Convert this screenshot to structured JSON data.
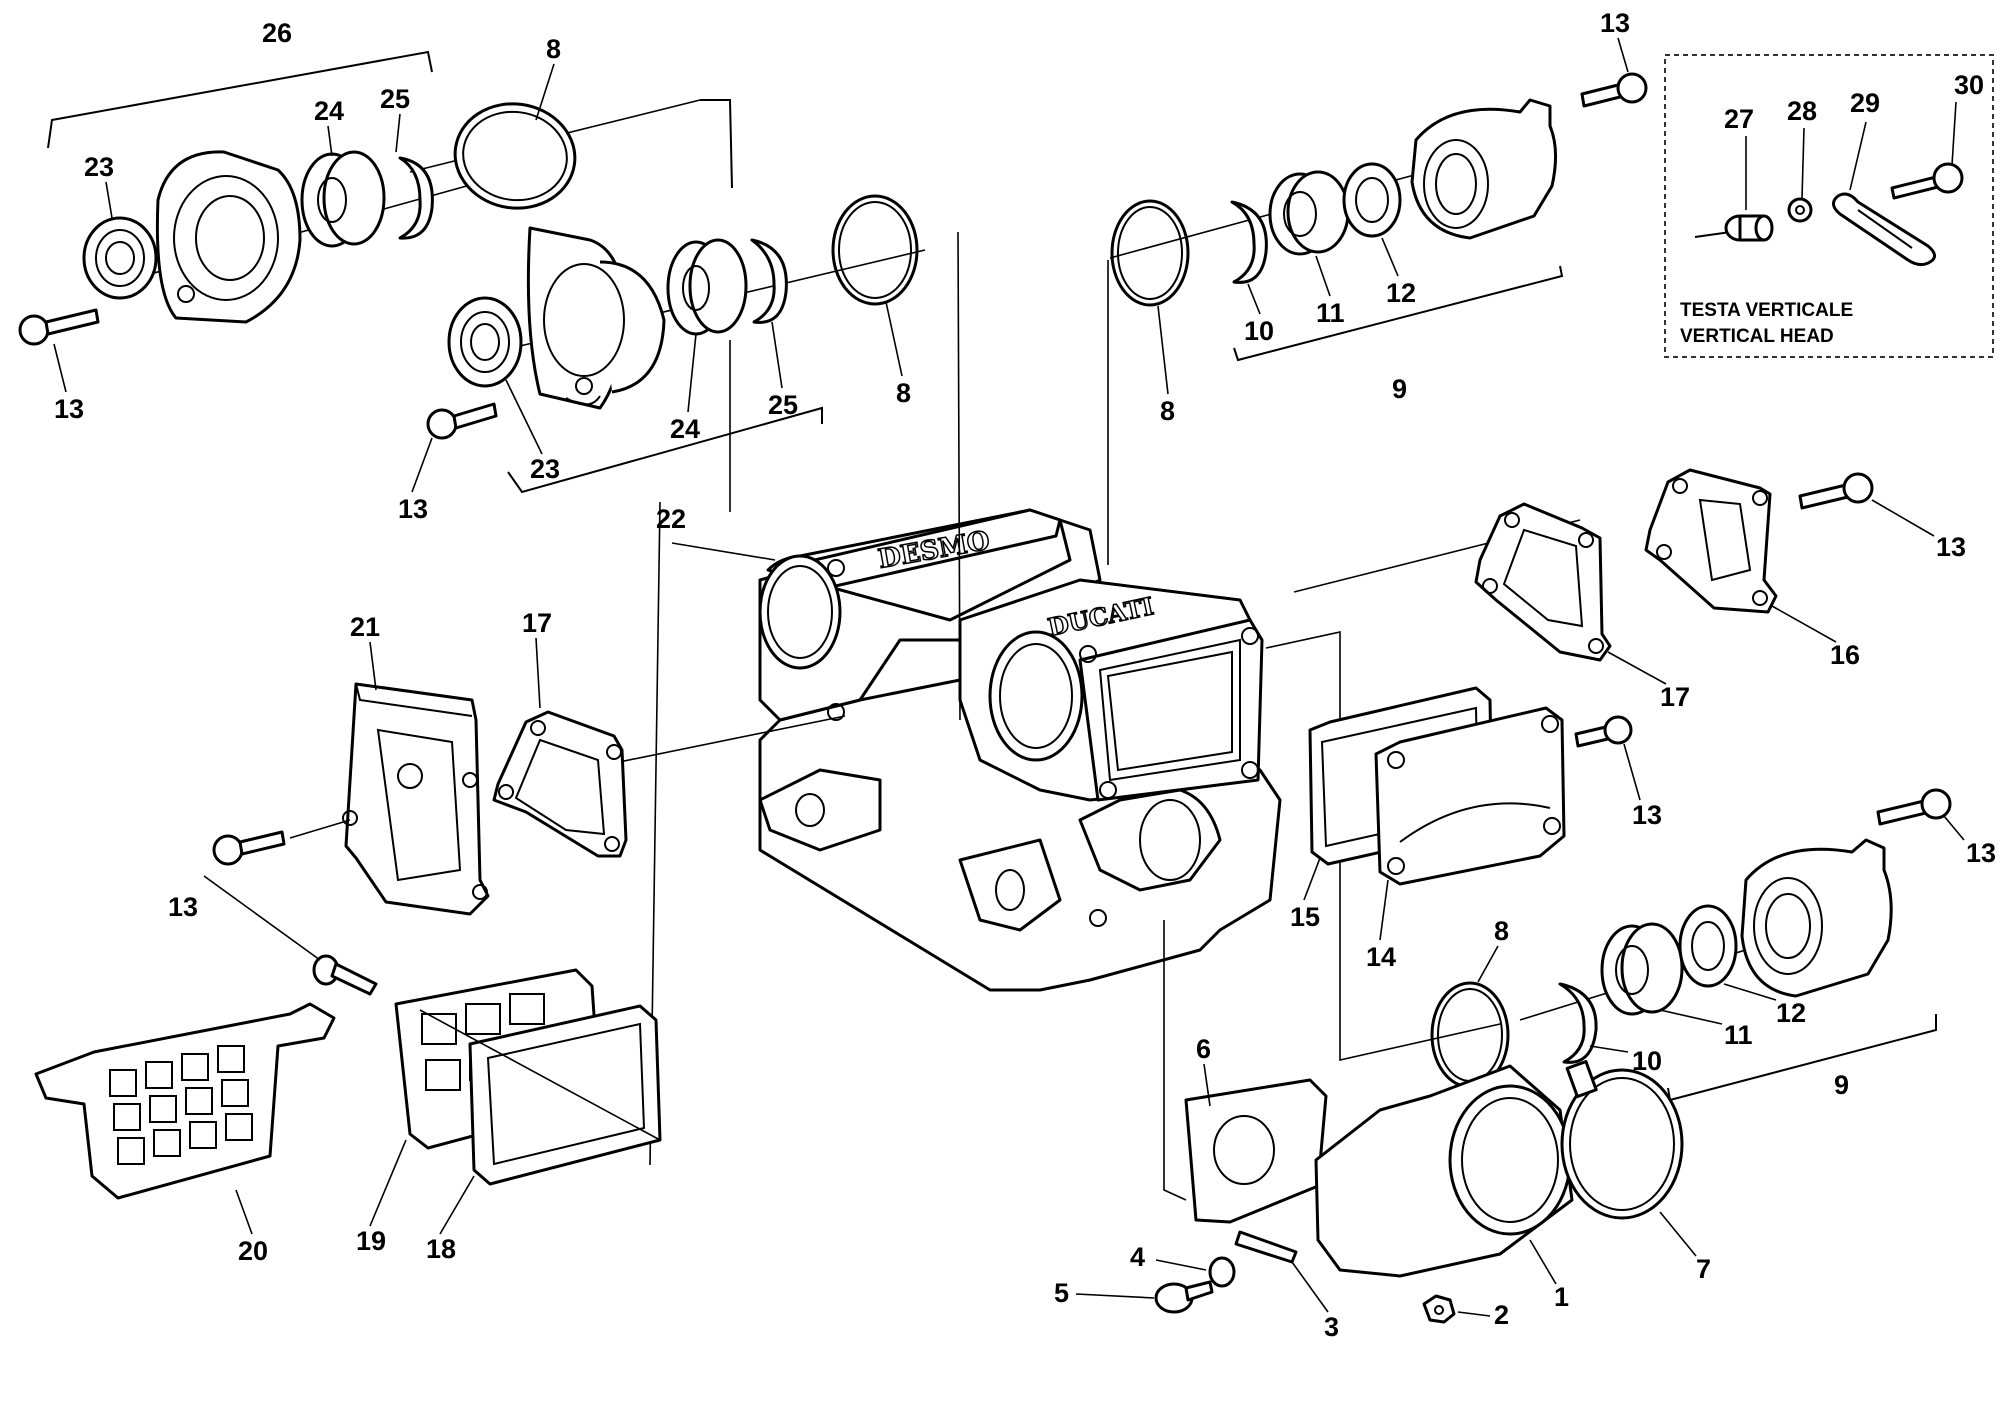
{
  "inset": {
    "title_line1": "TESTA VERTICALE",
    "title_line2": "VERTICAL HEAD"
  },
  "callouts": {
    "c_26": "26",
    "c_8_a": "8",
    "c_24_a": "24",
    "c_25_a": "25",
    "c_23_a": "23",
    "c_13_a": "13",
    "c_13_b": "13",
    "c_23_b": "23",
    "c_24_b": "24",
    "c_25_b": "25",
    "c_8_b": "8",
    "c_22": "22",
    "c_13_c": "13",
    "c_8_c": "8",
    "c_10_a": "10",
    "c_11_a": "11",
    "c_12_a": "12",
    "c_9_a": "9",
    "c_27": "27",
    "c_28": "28",
    "c_29": "29",
    "c_30": "30",
    "c_13_d": "13",
    "c_16": "16",
    "c_17_a": "17",
    "c_21": "21",
    "c_17_b": "17",
    "c_13_e": "13",
    "c_13_f": "13",
    "c_15": "15",
    "c_14": "14",
    "c_13_g": "13",
    "c_8_d": "8",
    "c_10_b": "10",
    "c_11_b": "11",
    "c_12_b": "12",
    "c_9_b": "9",
    "c_20": "20",
    "c_19": "19",
    "c_18": "18",
    "c_6": "6",
    "c_7": "7",
    "c_1": "1",
    "c_2": "2",
    "c_3": "3",
    "c_4": "4",
    "c_5": "5"
  }
}
